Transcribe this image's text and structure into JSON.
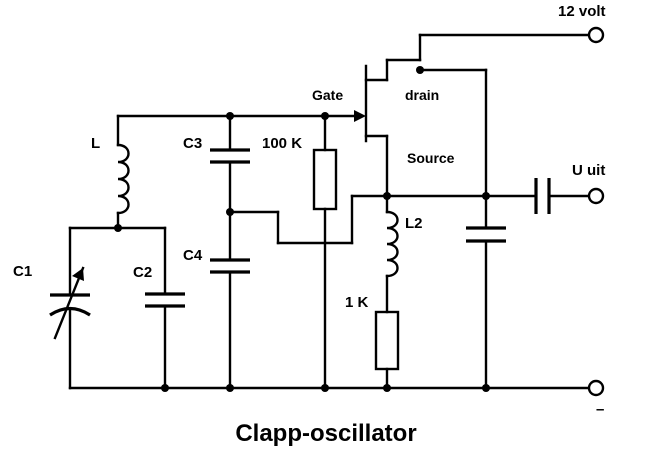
{
  "title": "Clapp-oscillator",
  "labels": {
    "supply": "12 volt",
    "output": "U uit",
    "ground_terminal": "–",
    "gate": "Gate",
    "drain": "drain",
    "source": "Source",
    "L": "L",
    "C1": "C1",
    "C2": "C2",
    "C3": "C3",
    "C4": "C4",
    "R_gate": "100 K",
    "L2": "L2",
    "R_source": "1 K"
  },
  "colors": {
    "ink": "#000000",
    "background": "#ffffff"
  }
}
